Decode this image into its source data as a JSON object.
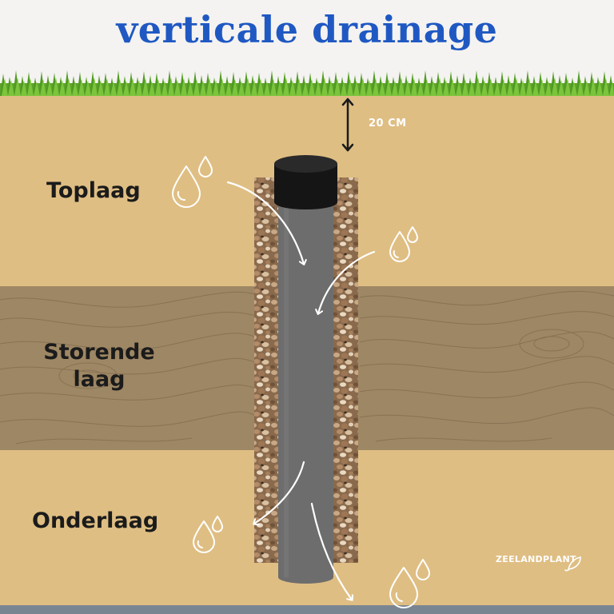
{
  "title": "verticale drainage",
  "measurement": {
    "label": "20 CM"
  },
  "layers": {
    "top": "Toplaag",
    "middle_line1": "Storende",
    "middle_line2": "laag",
    "bottom": "Onderlaag"
  },
  "brand": "ZEELANDPLANT",
  "colors": {
    "title": "#1f58c2",
    "sand": "#dfbe83",
    "clay": "#9e8764",
    "pipe": "#6d6d6d",
    "pipe_cap": "#111111",
    "grass": "#5fa32b",
    "water_base": "#7a8592"
  },
  "icons": [
    "water-drop-icon",
    "flow-arrow-icon",
    "double-arrow-icon",
    "leaf-icon"
  ]
}
